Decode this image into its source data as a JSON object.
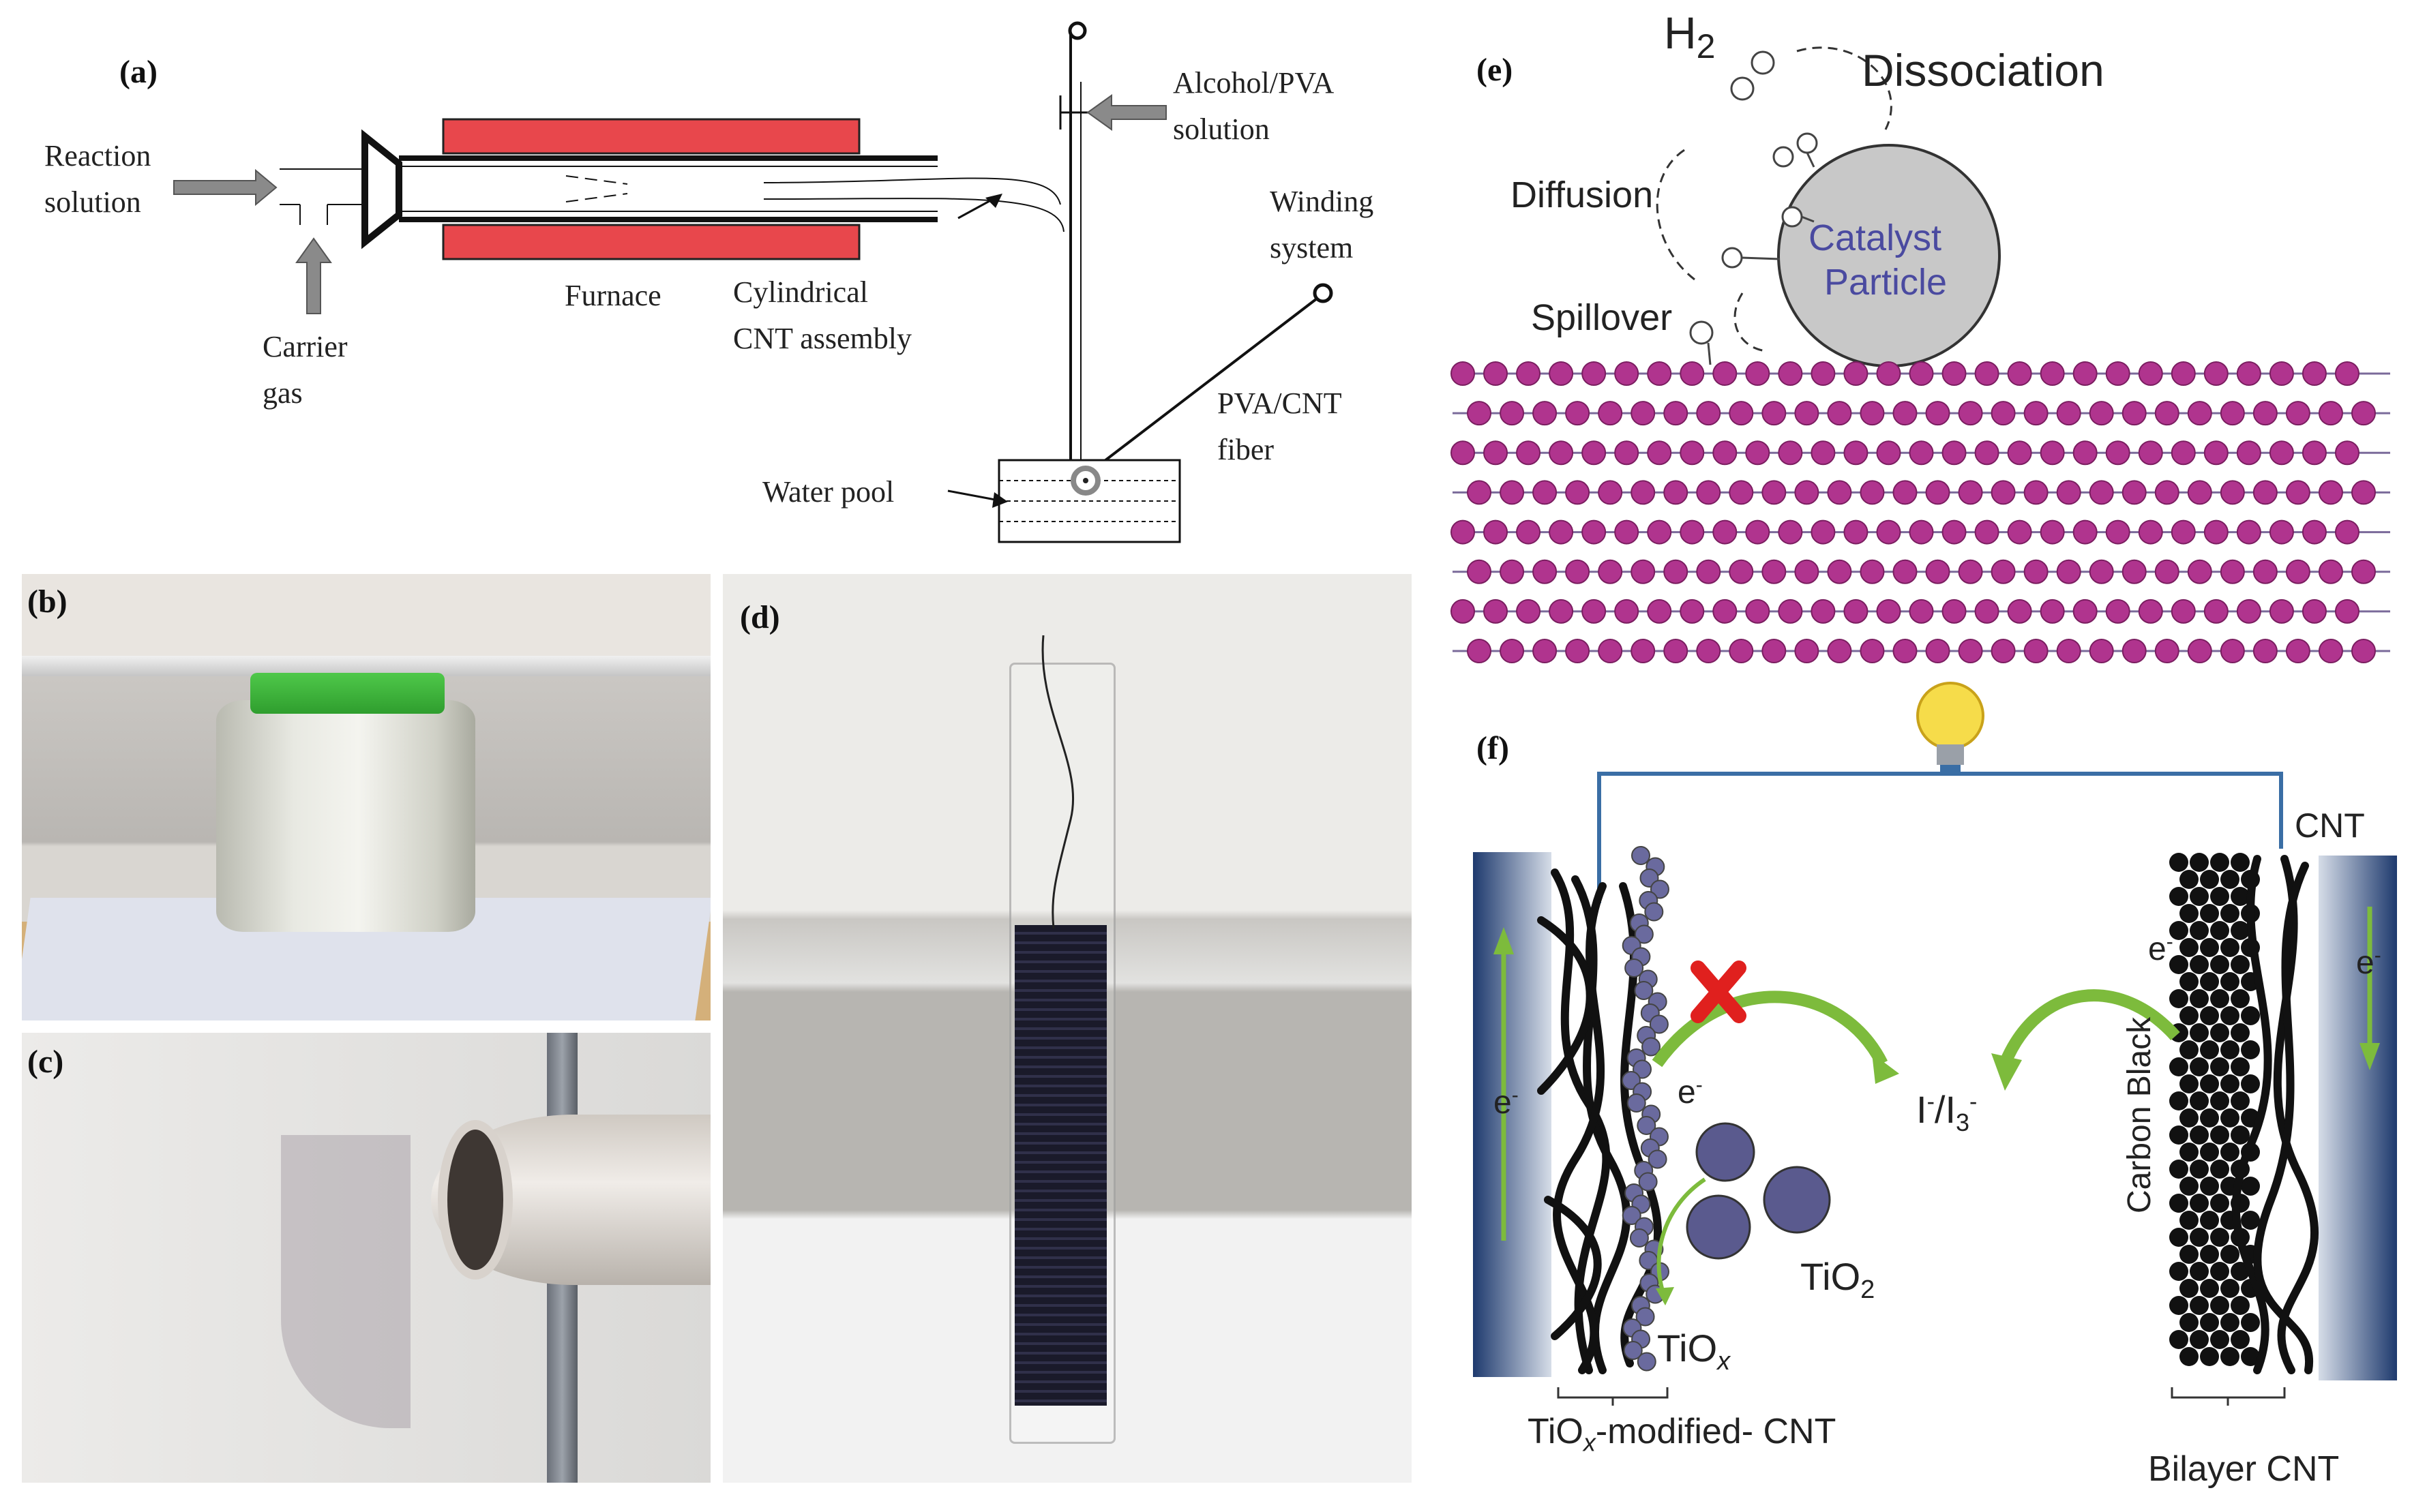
{
  "panel_a": {
    "label": "(a)",
    "reaction_solution": "Reaction\nsolution",
    "carrier_gas": "Carrier\ngas",
    "furnace": "Furnace",
    "cylindrical_cnt": "Cylindrical\nCNT assembly",
    "alcohol_pva": "Alcohol/PVA\nsolution",
    "winding_system": "Winding\nsystem",
    "pva_cnt_fiber": "PVA/CNT\nfiber",
    "water_pool": "Water pool",
    "colors": {
      "furnace": "#e8474c",
      "arrow": "#8a8a8a"
    }
  },
  "panel_b": {
    "label": "(b)"
  },
  "panel_c": {
    "label": "(c)"
  },
  "panel_d": {
    "label": "(d)"
  },
  "panel_e": {
    "label": "(e)",
    "h2": "H",
    "h2_sub": "2",
    "dissociation": "Dissociation",
    "diffusion": "Diffusion",
    "spillover": "Spillover",
    "catalyst_line1": "Catalyst",
    "catalyst_line2": "Particle",
    "colors": {
      "catalyst_fill": "#c8c8c8",
      "catalyst_text": "#4a4aa0",
      "atom": "#b0348e"
    }
  },
  "panel_f": {
    "label": "(f)",
    "cnt": "CNT",
    "e_left": "e",
    "e_mid_left": "e",
    "e_mid_right": "e",
    "e_right": "e",
    "redox_I": "I",
    "redox_sep": "/I",
    "redox_3": "3",
    "tio2": "TiO",
    "tio2_sub": "2",
    "tiox": "TiO",
    "tiox_sub": "x",
    "carbon_black": "Carbon Black",
    "tiox_modified_a": "TiO",
    "tiox_modified_sub": "x",
    "tiox_modified_b": "-modified- CNT",
    "bilayer_cnt": "Bilayer CNT",
    "colors": {
      "electrode": "#1e3a6e",
      "wire": "#3a6ea5",
      "arrow": "#7dbb3c",
      "cross": "#e0201e"
    }
  }
}
